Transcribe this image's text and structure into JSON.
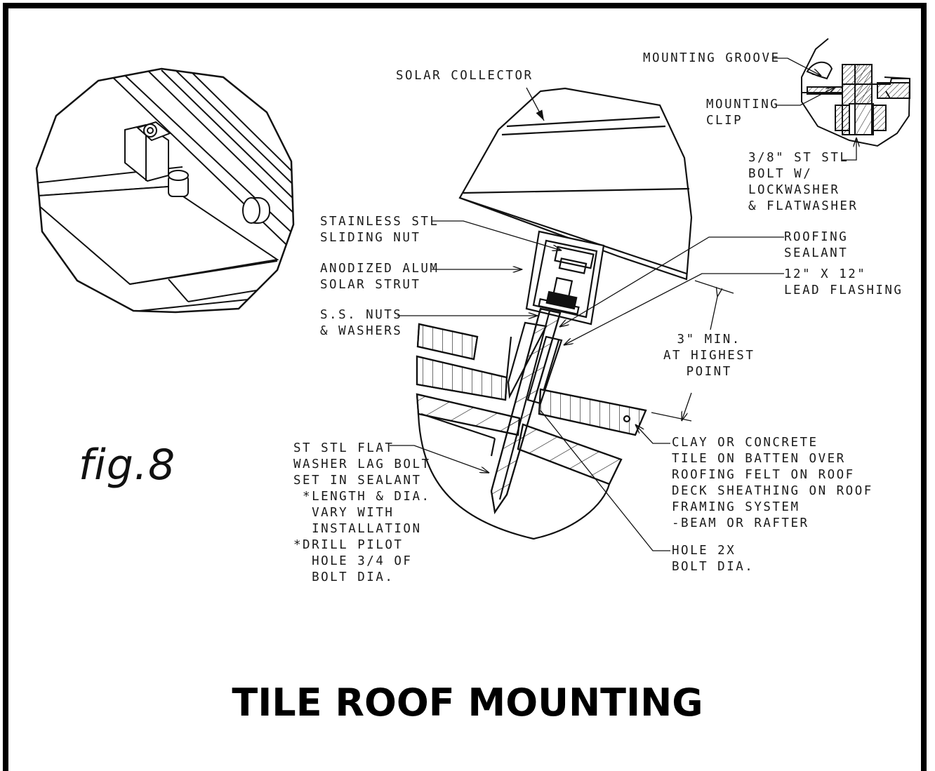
{
  "title": "TILE ROOF MOUNTING",
  "figure_label": "fig.8",
  "callouts": {
    "mounting_groove": "MOUNTING GROOVE",
    "mounting_clip": [
      "MOUNTING",
      "CLIP"
    ],
    "bolt": [
      "3/8\" ST STL",
      "BOLT W/",
      "LOCKWASHER",
      "& FLATWASHER"
    ],
    "solar_collector": "SOLAR COLLECTOR",
    "sliding_nut": [
      "STAINLESS STL",
      "SLIDING NUT"
    ],
    "strut": [
      "ANODIZED ALUM",
      "SOLAR STRUT"
    ],
    "nuts_washers": [
      "S.S. NUTS",
      "& WASHERS"
    ],
    "roofing_sealant": [
      "ROOFING",
      "SEALANT"
    ],
    "lead_flashing": [
      "12\" X 12\"",
      "LEAD FLASHING"
    ],
    "min_height": [
      "3\" MIN.",
      "AT HIGHEST",
      "POINT"
    ],
    "tile_description": [
      "CLAY OR CONCRETE",
      "TILE ON BATTEN OVER",
      "ROOFING FELT ON ROOF",
      "DECK SHEATHING ON ROOF",
      "FRAMING SYSTEM",
      "-BEAM OR RAFTER"
    ],
    "lag_bolt": [
      "ST STL FLAT",
      "WASHER LAG BOLT",
      "SET IN SEALANT",
      " *LENGTH & DIA.",
      "  VARY WITH",
      "  INSTALLATION",
      "*DRILL PILOT",
      "  HOLE 3/4 OF",
      "  BOLT DIA."
    ],
    "hole": [
      "HOLE 2X",
      "BOLT DIA."
    ]
  }
}
